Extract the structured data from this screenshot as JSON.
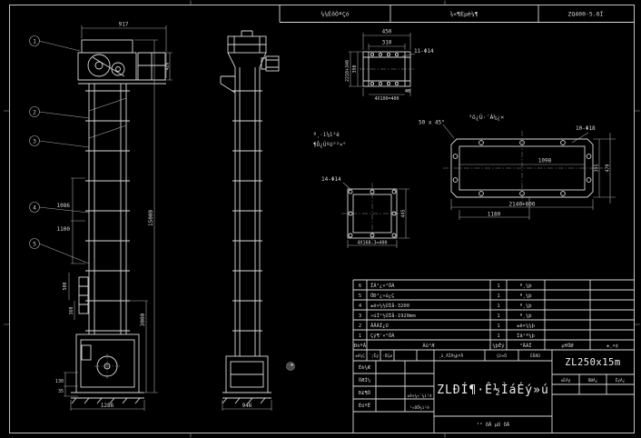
{
  "top_strip": {
    "c1": "¼¼ÊõÒªÇó",
    "c2": "¾«¶Èµè¼¶",
    "c3": "ZQ400-5.6Î"
  },
  "front_view": {
    "balloon_labels": [
      "1",
      "2",
      "3",
      "4",
      "5"
    ],
    "dim_width_top": "917",
    "dim_total_height": "15000",
    "dim_section": "3000",
    "dim_rail": "426",
    "dim_1086": "1086",
    "dim_1100": "1100",
    "dim_500": "500",
    "dim_360": "360",
    "dim_130": "130",
    "dim_35": "35",
    "dim_base": "1286"
  },
  "side_view": {
    "dim_base": "946"
  },
  "channel_detail": {
    "dim_top": "450",
    "dim_inner": "310",
    "holes": "11-Φ14",
    "dim_left_inner": "390",
    "dim_left_outer": "2210+340",
    "dim_40": "40",
    "dim_spacing": "4X100=400"
  },
  "weld_note": {
    "line1": "º¸·ì¼ì²é",
    "line2": "¶Ô¿Úºó°²×°"
  },
  "flange_detail": {
    "title": "³ö¿Ú·¨À¼¿×",
    "chamfer": "50 x 45°",
    "holes": "10-Φ18",
    "dim_inner": "1098",
    "dim_h1": "395",
    "dim_h2": "470",
    "dim_len": "2140+800",
    "dim_1180": "1180"
  },
  "plate_detail": {
    "holes": "14-Φ14",
    "dim_h": "445",
    "dim_spacing": "4X168.3=400"
  },
  "parts_table": {
    "header": {
      "no": "ÐòºÅ",
      "name": "Ãû³Æ",
      "qty": "¼þÊý",
      "mat": "²ÄÁÏ",
      "weight": "µ¥ÖØ",
      "note": "±¸×¢"
    },
    "rows": [
      {
        "no": "6",
        "name": "ÏÂ²¿×°ÖÃ",
        "qty": "1",
        "mat": "º¸¼þ",
        "note": ""
      },
      {
        "no": "5",
        "name": "ÖÐ²¿»ú¿Ç",
        "qty": "1",
        "mat": "º¸¼þ",
        "note": ""
      },
      {
        "no": "4",
        "name": "±ê×¼½ÚÌå-3200",
        "qty": "1",
        "mat": "º¸¼þ",
        "note": ""
      },
      {
        "no": "3",
        "name": "»úÍ²½ÚÌå-1920mm",
        "qty": "1",
        "mat": "º¸¼þ",
        "note": ""
      },
      {
        "no": "2",
        "name": "ÅÅÁÏ¿Ú",
        "qty": "1",
        "mat": "±ê×¼¼þ",
        "note": ""
      },
      {
        "no": "1",
        "name": "Çý¶¯×°ÖÃ",
        "qty": "1",
        "mat": "Íâ¹º¼þ",
        "note": ""
      }
    ]
  },
  "title_block": {
    "rev_row": {
      "c1": "±ê¼Ç",
      "c2": "´¦Êý",
      "c3": "·ÖÇø",
      "c4": "¸ü¸ÄÎÄ¼þºÅ",
      "c5": "Ç©×Ö",
      "c6": "ÈÕÆÚ"
    },
    "sign_rows": [
      "Éè¼Æ",
      "ÖÆÍ¼",
      "Ð£¶Ô",
      "ÉóºË"
    ],
    "extra1": "±ê×¼»¯¼ì²é",
    "extra2": "¹¤ÒÕ¼ì²é",
    "drawing_title": "ZLÐÍ¶·Ê½ÌáÉý»ú",
    "model": "ZL250x15m",
    "scale_label": "±ÈÀý",
    "weight_label": "ÖØÁ¿",
    "qty_label": "ÊýÁ¿",
    "sheet_note": "¹²  ÕÅ   µÚ  ÕÅ"
  }
}
